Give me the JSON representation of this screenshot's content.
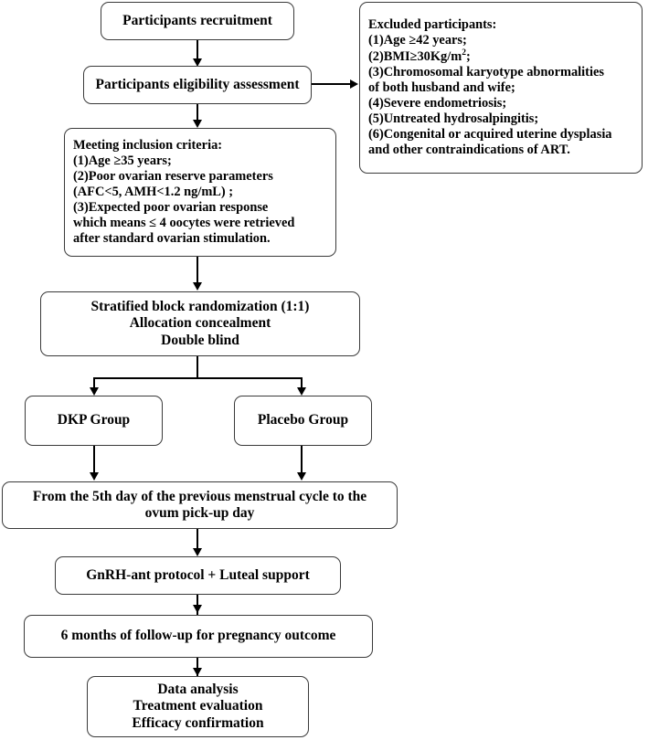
{
  "diagram": {
    "title": "Clinical trial participant flow diagram",
    "type": "flowchart",
    "stroke_color": "#3a3a3a",
    "arrow_color": "#000000",
    "background_color": "#ffffff"
  },
  "nodes": {
    "recruitment": {
      "lines": [
        "Participants recruitment"
      ]
    },
    "eligibility": {
      "lines": [
        "Participants eligibility assessment"
      ]
    },
    "excluded": {
      "lines": [
        "Excluded participants:",
        "(1)Age ≥42 years;",
        "(2)BMI≥30Kg/m",
        "(3)Chromosomal karyotype abnormalities",
        "of both husband and wife;",
        "(4)Severe endometriosis;",
        "(5)Untreated hydrosalpingitis;",
        "(6)Congenital or acquired uterine dysplasia",
        "and other contraindications of ART."
      ],
      "bmi_superscript": "2",
      "bmi_suffix": ";"
    },
    "inclusion": {
      "lines": [
        "Meeting inclusion criteria:",
        "(1)Age ≥35 years;",
        "(2)Poor ovarian reserve parameters",
        "(AFC<5, AMH<1.2 ng/mL) ;",
        "(3)Expected poor ovarian response",
        "which means ≤ 4 oocytes were retrieved",
        "after standard ovarian stimulation."
      ]
    },
    "randomization": {
      "lines": [
        "Stratified block randomization (1:1)",
        "Allocation concealment",
        "Double blind"
      ]
    },
    "dkp_group": {
      "lines": [
        "DKP Group"
      ]
    },
    "placebo_group": {
      "lines": [
        "Placebo Group"
      ]
    },
    "treatment_window": {
      "lines": [
        "From the 5th day of the previous menstrual cycle to the",
        "ovum pick-up day"
      ]
    },
    "protocol": {
      "lines": [
        "GnRH-ant protocol + Luteal support"
      ]
    },
    "followup": {
      "lines": [
        "6 months of follow-up for pregnancy outcome"
      ]
    },
    "analysis": {
      "lines": [
        "Data analysis",
        "Treatment evaluation",
        "Efficacy confirmation"
      ]
    }
  }
}
